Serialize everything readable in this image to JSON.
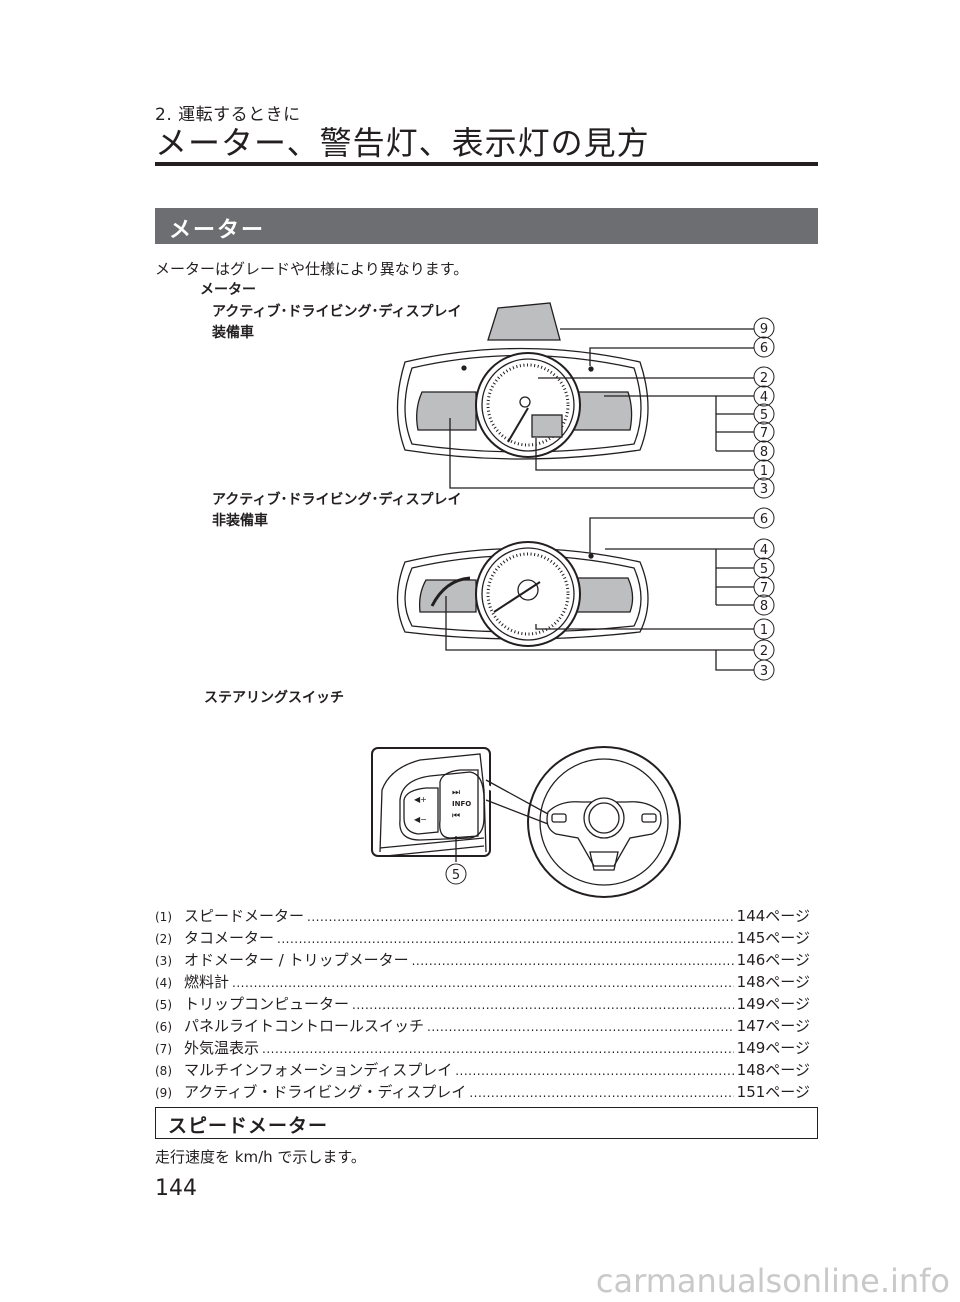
{
  "header": {
    "chapter": "2. 運転するときに",
    "title": "メーター、警告灯、表示灯の見方"
  },
  "section": {
    "title": "メーター",
    "intro": "メーターはグレードや仕様により異なります。"
  },
  "figure": {
    "meter_caption": "メーター",
    "ad_caption_line1": "アクティブ･ドライビング･ディスプレイ",
    "ad_caption_line2": "装備車",
    "non_caption_line1": "アクティブ･ドライビング･ディスプレイ",
    "non_caption_line2": "非装備車",
    "switch_caption": "ステアリングスイッチ",
    "info_label": "INFO",
    "callouts_ad": [
      "9",
      "6",
      "2",
      "4",
      "5",
      "7",
      "8",
      "1",
      "3"
    ],
    "callouts_non": [
      "6",
      "4",
      "5",
      "7",
      "8",
      "1",
      "2",
      "3"
    ],
    "callout_switch": "5"
  },
  "toc": [
    {
      "num": "(1)",
      "label": "スピードメーター",
      "page": "144ページ"
    },
    {
      "num": "(2)",
      "label": "タコメーター",
      "page": "145ページ"
    },
    {
      "num": "(3)",
      "label": "オドメーター / トリップメーター",
      "page": "146ページ"
    },
    {
      "num": "(4)",
      "label": "燃料計",
      "page": "148ページ"
    },
    {
      "num": "(5)",
      "label": "トリップコンピューター",
      "page": "149ページ"
    },
    {
      "num": "(6)",
      "label": "パネルライトコントロールスイッチ",
      "page": "147ページ"
    },
    {
      "num": "(7)",
      "label": "外気温表示",
      "page": "149ページ"
    },
    {
      "num": "(8)",
      "label": "マルチインフォメーションディスプレイ",
      "page": "148ページ"
    },
    {
      "num": "(9)",
      "label": "アクティブ・ドライビング・ディスプレイ",
      "page": "151ページ"
    }
  ],
  "subsection": {
    "title": "スピードメーター",
    "text": "走行速度を km/h で示します。"
  },
  "footer": {
    "page_number": "144",
    "watermark": "carmanualsonline.info"
  }
}
